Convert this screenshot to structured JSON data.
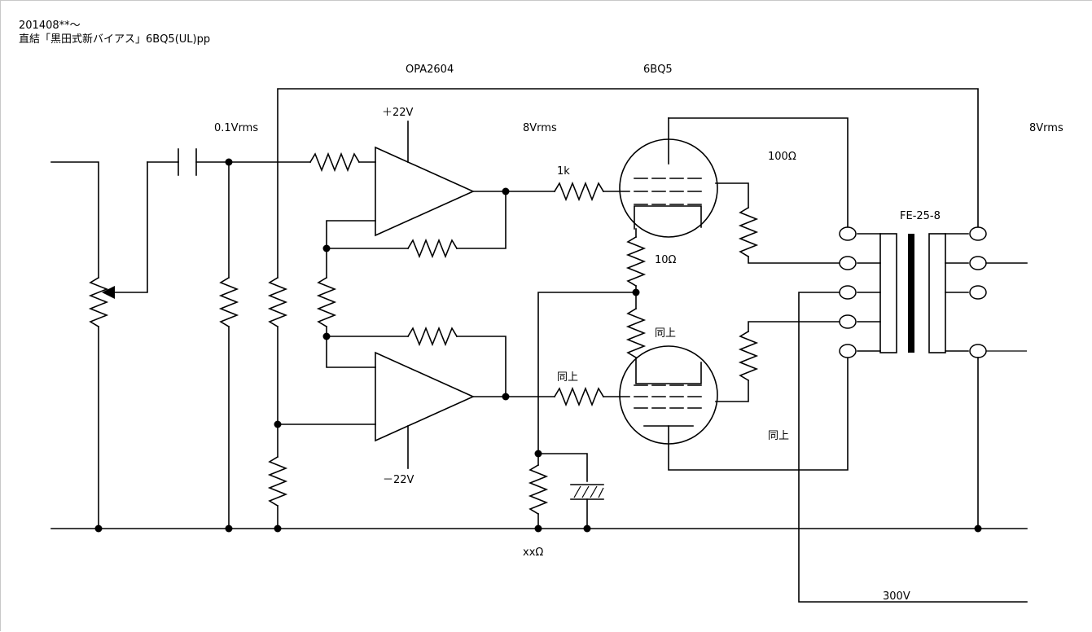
{
  "header": {
    "date": "201408**～",
    "title": "直結「黒田式新バイアス」6BQ5(UL)pp"
  },
  "labels": {
    "opamp": "OPA2604",
    "tube": "6BQ5",
    "input_level": "0.1Vrms",
    "driver_level": "8Vrms",
    "output_level": "8Vrms",
    "pos_supply": "＋22V",
    "neg_supply": "－22V",
    "grid_resistor": "1k",
    "screen_resistor": "100Ω",
    "cathode_resistor": "10Ω",
    "same_1": "同上",
    "same_2": "同上",
    "same_3": "同上",
    "bias_resistor": "xxΩ",
    "transformer": "FE-25-8",
    "b_plus": "300V"
  }
}
